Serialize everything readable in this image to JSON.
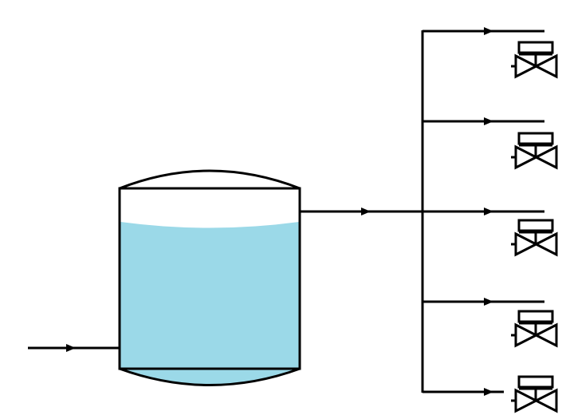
{
  "diagram": {
    "colors": {
      "line": "#000000",
      "liquid": "#9bd9e8",
      "background": "#ffffff"
    },
    "tank": {
      "name": "storage-tank",
      "liquid_level": 0.8
    },
    "header": {
      "name": "distribution-header",
      "branch_count": 5
    },
    "valves": [
      {
        "name": "valve-1",
        "icon": "actuated-valve-icon"
      },
      {
        "name": "valve-2",
        "icon": "actuated-valve-icon"
      },
      {
        "name": "valve-3",
        "icon": "actuated-valve-icon"
      },
      {
        "name": "valve-4",
        "icon": "actuated-valve-icon"
      },
      {
        "name": "valve-5",
        "icon": "actuated-valve-icon"
      }
    ],
    "flow_arrow_icon": "flow-arrow-icon"
  }
}
